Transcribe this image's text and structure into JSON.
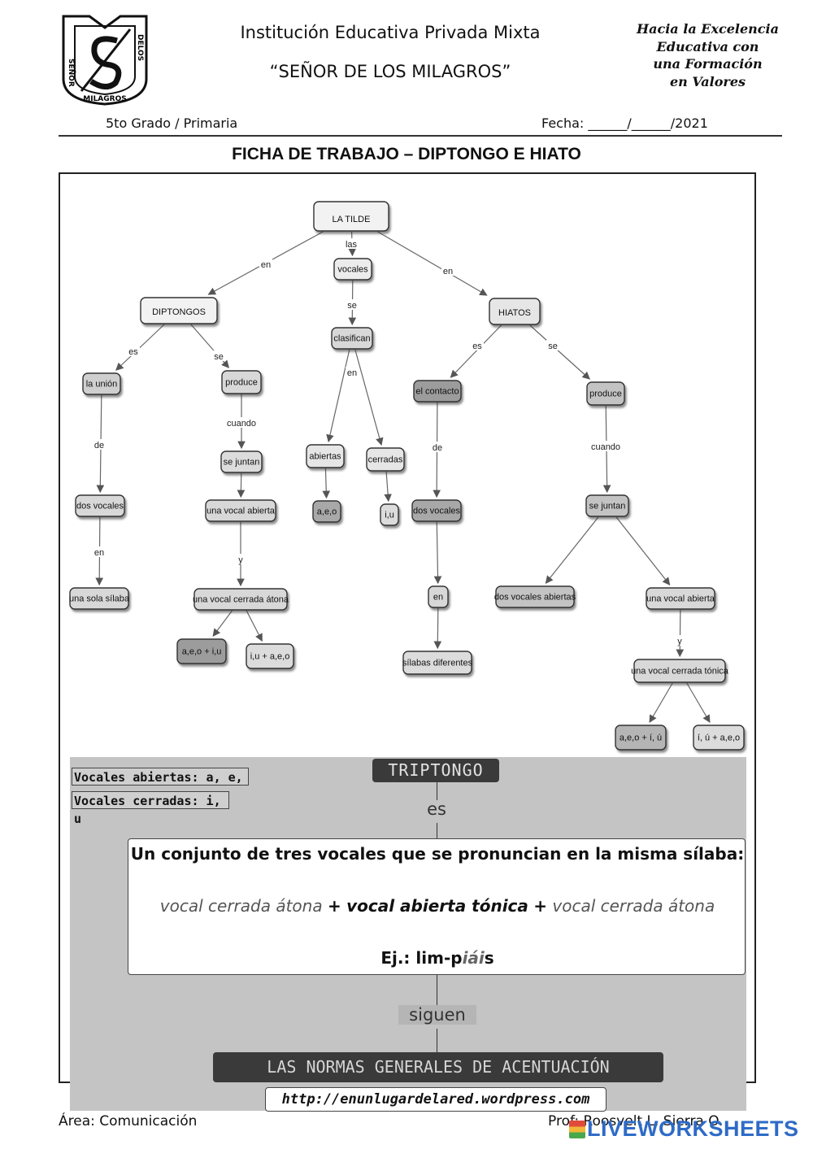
{
  "header": {
    "school_line1": "Institución Educativa Privada Mixta",
    "school_line2": "“SEÑOR DE LOS MILAGROS”",
    "motto_lines": [
      "Hacia la Excelencia",
      "Educativa con",
      "una Formación",
      "en Valores"
    ],
    "logo_text_left": "SEÑOR",
    "logo_text_right": "DELOS",
    "logo_text_bottom": "MILAGROS",
    "grade": "5to Grado / Primaria",
    "date": "Fecha: ______/______/2021"
  },
  "title": "FICHA DE TRABAJO – DIPTONGO E HIATO",
  "concept_map": {
    "nodes": {
      "root": "LA TILDE",
      "diptongos": "DIPTONGOS",
      "vocales": "vocales",
      "hiatos": "HIATOS",
      "la_union": "la unión",
      "produce_d": "produce",
      "clasifican": "clasifican",
      "el_contacto": "el contacto",
      "produce_h": "produce",
      "dos_vocales_d": "dos vocales",
      "se_juntan_d": "se juntan",
      "abiertas": "abiertas",
      "cerradas": "cerradas",
      "dos_vocales_h": "dos vocales",
      "se_juntan_h": "se juntan",
      "una_vocal_abierta_d": "una vocal abierta",
      "aeo": "a,e,o",
      "iu": "i,u",
      "una_sola_silaba": "una sola sílaba",
      "una_vocal_cerrada_atona": "una vocal cerrada átona",
      "en_h": "en",
      "dos_vocales_abiertas": "dos vocales abiertas",
      "una_vocal_abierta_h": "una vocal abierta",
      "combo_d1": "a,e,o + i,u",
      "combo_d2": "i,u + a,e,o",
      "silabas_diferentes": "sílabas diferentes",
      "una_vocal_cerrada_tonica": "una vocal cerrada tónica",
      "combo_h1": "a,e,o + í, ú",
      "combo_h2": "í, ú + a,e,o"
    },
    "links": {
      "las": "las",
      "en": "en",
      "es": "es",
      "se": "se",
      "de": "de",
      "cuando": "cuando",
      "y": "y"
    }
  },
  "triptongo": {
    "vocales_abiertas": "Vocales abiertas: a, e, o",
    "vocales_cerradas": "Vocales cerradas: i, u",
    "heading": "TRIPTONGO",
    "link_es": "es",
    "definition": "Un conjunto de tres vocales que se pronuncian en la misma sílaba:",
    "formula_part1": "vocal cerrada átona",
    "plus": "+",
    "formula_part2": "vocal abierta tónica",
    "formula_part3": "vocal cerrada átona",
    "example_prefix": "Ej.: lim-p",
    "example_highlight": "iái",
    "example_suffix": "s",
    "link_siguen": "siguen",
    "normas": "LAS NORMAS GENERALES DE ACENTUACIÓN",
    "url": "http://enunlugardelared.wordpress.com"
  },
  "footer": {
    "area": "Área: Comunicación",
    "prof": "Prof: Roosvelt L. Sierra O.",
    "watermark": "LIVEWORKSHEETS"
  }
}
